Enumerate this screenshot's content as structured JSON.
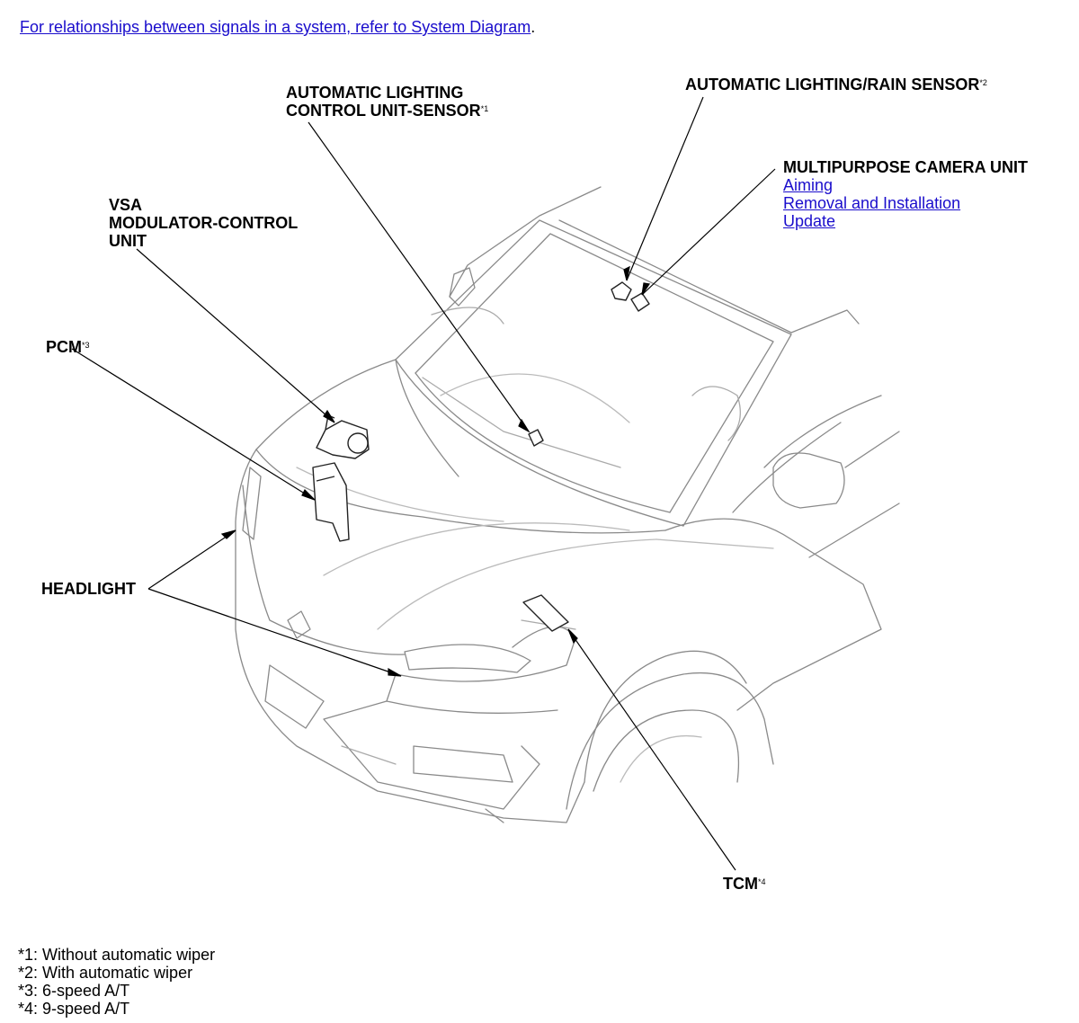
{
  "header": {
    "link_text": "For relationships between signals in a system, refer to System Diagram",
    "trailing": "."
  },
  "labels": {
    "als_unit": {
      "line1": "AUTOMATIC LIGHTING",
      "line2": "CONTROL UNIT-SENSOR",
      "note": "*1"
    },
    "rain_sensor": {
      "text": "AUTOMATIC LIGHTING/RAIN SENSOR",
      "note": "*2"
    },
    "camera": {
      "title": "MULTIPURPOSE CAMERA UNIT",
      "links": [
        "Aiming",
        "Removal and Installation",
        "Update"
      ]
    },
    "vsa": {
      "line1": "VSA",
      "line2": "MODULATOR-CONTROL",
      "line3": "UNIT"
    },
    "pcm": {
      "text": "PCM",
      "note": "*3"
    },
    "headlight": {
      "text": "HEADLIGHT"
    },
    "tcm": {
      "text": "TCM",
      "note": "*4"
    }
  },
  "footnotes": [
    "*1: Without automatic wiper",
    "*2: With automatic wiper",
    "*3: 6-speed A/T",
    "*4: 9-speed A/T"
  ]
}
